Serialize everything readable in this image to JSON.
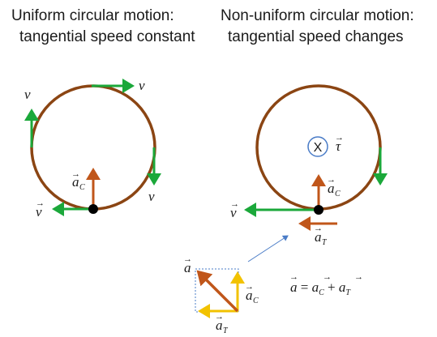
{
  "left_panel": {
    "title_line1": "Uniform circular motion:",
    "title_line2": "tangential speed constant",
    "velocity_label": "v",
    "accel_label": "a",
    "accel_sub": "C"
  },
  "right_panel": {
    "title_line1": "Non-uniform circular motion:",
    "title_line2": "tangential speed changes",
    "torque_symbol": "X",
    "torque_label": "τ",
    "velocity_label": "v",
    "accel_c_label": "a",
    "accel_c_sub": "C",
    "accel_t_label": "a",
    "accel_t_sub": "T"
  },
  "vector_sum": {
    "total_label": "a",
    "c_label": "a",
    "c_sub": "C",
    "t_label": "a",
    "t_sub": "T"
  },
  "equation": {
    "lhs": "a",
    "equals": " = ",
    "term1": "a",
    "term1_sub": "C",
    "plus": " + ",
    "term2": "a",
    "term2_sub": "T"
  },
  "colors": {
    "circle": "#8B4513",
    "velocity": "#1BA83A",
    "acceleration": "#C0561A",
    "tangential": "#F2C200",
    "pointer": "#4A7CC7",
    "dot": "#000000"
  }
}
